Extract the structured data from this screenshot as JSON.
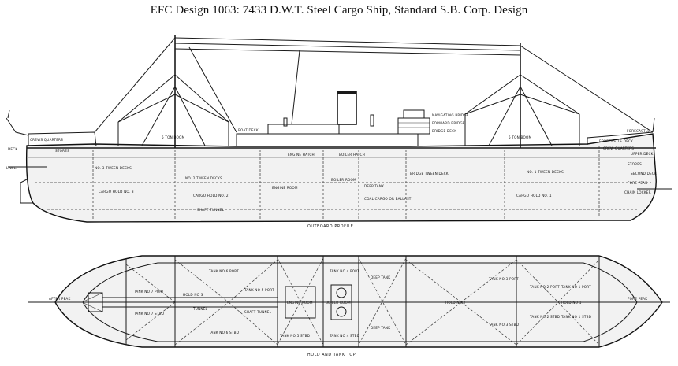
{
  "title": "EFC Design 1063:  7433 D.W.T. Steel Cargo Ship, Standard S.B. Corp. Design",
  "profile": {
    "caption": "OUTBOARD PROFILE",
    "labels": {
      "deck": "DECK",
      "crews_quarters": "CREWS QUARTERS",
      "stores": "STORES",
      "lwl": "L.W.L.",
      "boom_aft_1": "5 TON BOOM",
      "tween_deck_3": "NO. 3 TWEEN DECKS",
      "tween_deck_2": "NO. 2 TWEEN DECKS",
      "cargo_hold_3": "CARGO HOLD NO. 3",
      "cargo_hold_2": "CARGO HOLD NO. 2",
      "boat_deck": "BOAT DECK",
      "engine_hatch": "ENGINE HATCH",
      "boiler_room": "BOILER ROOM",
      "boiler_hatch": "BOILER HATCH",
      "engine_room": "ENGINE ROOM",
      "shaft_tunnel": "SHAFT TUNNEL",
      "coal_cargo": "COAL CARGO OR BALLAST",
      "bridge_tween": "BRIDGE TWEEN DECK",
      "navigating_bridge": "NAVIGATING BRIDGE",
      "forward_bridge": "FORWARD BRIDGE",
      "bridge_deck": "BRIDGE DECK",
      "deep_tank": "DEEP TANK",
      "cargo_hold_1": "CARGO HOLD NO. 1",
      "tween_deck_1": "NO. 1 TWEEN DECKS",
      "boom_fwd": "5 TON BOOM",
      "forecastle": "FORECASTLE",
      "forecastle_deck": "FORECASTLE DECK",
      "crews_quarters_fwd": "CREW QUARTERS",
      "upper_deck": "UPPER DECK",
      "stores_fwd": "STORES",
      "second_deck": "SECOND DECK",
      "fore_peak": "FORE PEAK",
      "chain_locker": "CHAIN LOCKER"
    }
  },
  "plan": {
    "caption": "HOLD AND TANK TOP",
    "labels": {
      "after_peak": "AFTER PEAK",
      "fore_peak": "FORE PEAK",
      "tank_7_port": "TANK NO 7 PORT",
      "tank_7_stbd": "TANK NO 7 STBD",
      "tank_6_port": "TANK NO 6 PORT",
      "tank_6_stbd": "TANK NO 6 STBD",
      "hold_3": "HOLD NO 3",
      "tunnel": "TUNNEL",
      "tank_5_port": "TANK NO 5 PORT",
      "tank_5_stbd": "TANK NO 5 STBD",
      "shaft_tunnel": "SHAFT TUNNEL",
      "engine_room": "ENGINE ROOM",
      "boiler_room": "BOILER ROOM",
      "tank_4_port": "TANK NO 4 PORT",
      "tank_4_stbd": "TANK NO 4 STBD",
      "deep_tank_port": "DEEP TANK",
      "deep_tank_stbd": "DEEP TANK",
      "tank_3_port": "TANK NO 3 PORT",
      "tank_3_stbd": "TANK NO 3 STBD",
      "hold_2": "HOLD NO 2",
      "tank_2_port": "TANK NO 2 PORT",
      "tank_2_stbd": "TANK NO 2 STBD",
      "tank_1_port": "TANK NO 1 PORT",
      "tank_1_stbd": "TANK NO 1 STBD",
      "hold_1": "HOLD NO 1"
    }
  }
}
